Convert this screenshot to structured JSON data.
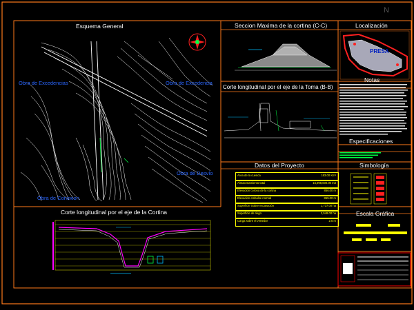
{
  "compass": {
    "north": "N"
  },
  "panels": {
    "esquema": {
      "title": "Esquema General"
    },
    "seccion": {
      "title": "Seccion Maxima de la cortina (C-C)"
    },
    "corte_toma": {
      "title": "Corte longitudinal por el eje de la Toma (B-B)"
    },
    "corte_cortina": {
      "title": "Corte longitudinal por el eje de la Cortina"
    },
    "localizacion": {
      "title": "Localización",
      "map_label": "PRESA"
    },
    "notas": {
      "title": "Notas"
    },
    "especificaciones": {
      "title": "Especificaciones"
    },
    "datos": {
      "title": "Datos del Proyecto"
    },
    "simbologia": {
      "title": "Simbología"
    },
    "escala": {
      "title": "Escala Gráfica"
    }
  },
  "map_labels": {
    "obra_excedencias_left": "Obra de Excedencias",
    "obra_excedencias_right": "Obra de Excedencia",
    "obra_desvio": "Obra de Desvío",
    "obra_conexion": "Obra de Conexion"
  },
  "datos_proyecto": [
    {
      "label": "Area de la cuenca",
      "value": "183.00 Km²"
    },
    {
      "label": "Almacenamiento total",
      "value": "15,098,000.00 m3"
    },
    {
      "label": "Elevacion corona de la cortina",
      "value": "856.00 m"
    },
    {
      "label": "Elevacion embalse normal",
      "value": "855.00 m"
    },
    {
      "label": "Superficie Sobre excavación",
      "value": "1,737.00 ha"
    },
    {
      "label": "Superficie de riego",
      "value": "2,548.00 ha"
    },
    {
      "label": "Carga sobre el vertedor",
      "value": "2.5 m"
    }
  ],
  "colors": {
    "frame": "#ff7a1a",
    "title_block": "#ff0000",
    "contour": "#ffffff",
    "label": "#2a66ff",
    "table": "#ffff00",
    "section_fill": "#8a8a8a",
    "profile_grid": "#c8c800",
    "profile_water": "#ff00ff"
  }
}
